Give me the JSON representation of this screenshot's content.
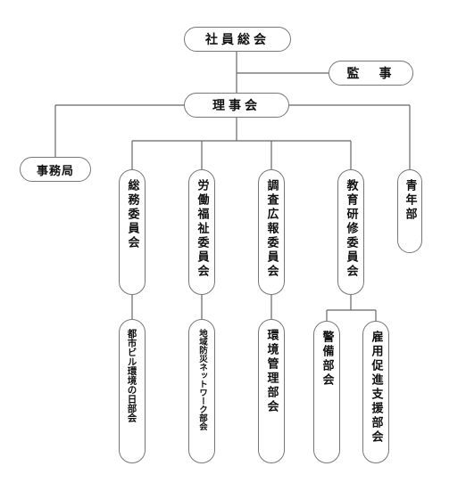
{
  "org": {
    "general_assembly": "社員総会",
    "auditor": "監　事",
    "board": "理事会",
    "secretariat": "事務局",
    "committees": {
      "general_affairs": "総務委員会",
      "labor_welfare": "労働福祉委員会",
      "research_pr": "調査広報委員会",
      "education_training": "教育研修委員会",
      "youth": "青年部"
    },
    "subdivisions": {
      "urban_building_env": "都市ビル環境の日部会",
      "regional_disaster_network": "地域防災ネットワーク部会",
      "environment_management": "環境管理部会",
      "security": "警備部会",
      "employment_promotion": "雇用促進支援部会"
    }
  }
}
